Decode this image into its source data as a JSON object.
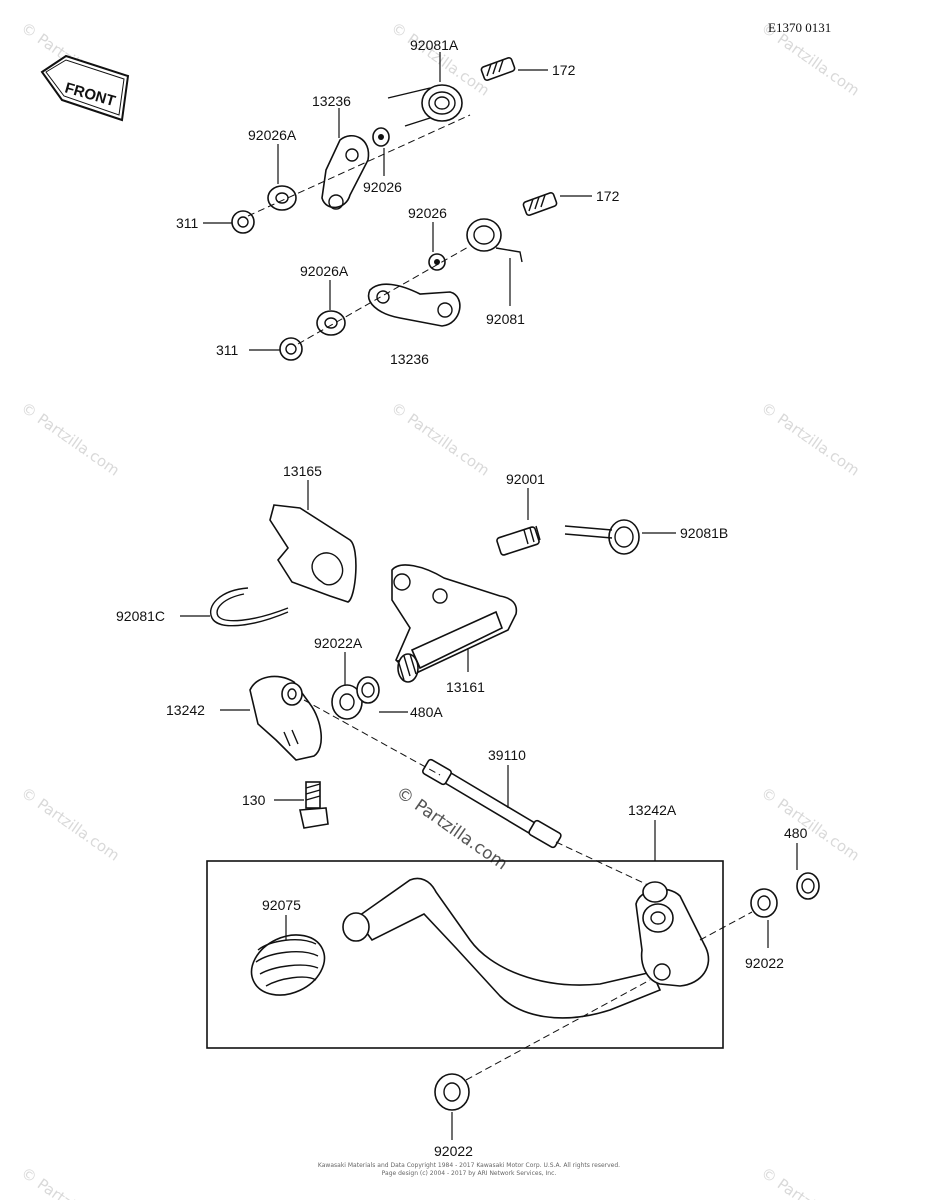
{
  "diagram_code": "E1370 0131",
  "front_label": "FRONT",
  "watermark": "© Partzilla.com",
  "copyright_lines": [
    "Kawasaki Materials and Data Copyright 1984 - 2017 Kawasaki Motor Corp. U.S.A. All rights reserved.",
    "Page design (c) 2004 - 2017 by ARI Network Services, Inc."
  ],
  "labels": {
    "p92081A": "92081A",
    "p172a": "172",
    "p13236a": "13236",
    "p92026Aa": "92026A",
    "p92026a": "92026",
    "p311a": "311",
    "p172b": "172",
    "p92026b": "92026",
    "p92026Ab": "92026A",
    "p92081": "92081",
    "p311b": "311",
    "p13236b": "13236",
    "p13165": "13165",
    "p92001": "92001",
    "p92081B": "92081B",
    "p92081C": "92081C",
    "p92022A": "92022A",
    "p13161": "13161",
    "p13242": "13242",
    "p480A": "480A",
    "p39110": "39110",
    "p130": "130",
    "p13242A": "13242A",
    "p480": "480",
    "p92075": "92075",
    "p92022a": "92022",
    "p92022b": "92022"
  }
}
